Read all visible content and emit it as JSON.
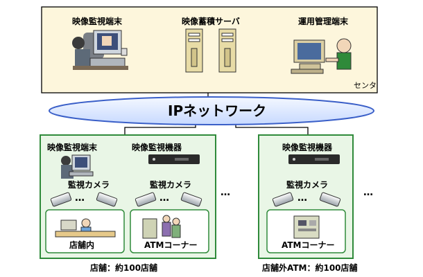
{
  "center": {
    "label": "センタ",
    "monitor_terminal": "映像監視端末",
    "storage_server": "映像蓄積サーバ",
    "ops_terminal": "運用管理端末"
  },
  "network": {
    "label": "IPネットワーク"
  },
  "store_group": {
    "monitor_terminal": "映像監視端末",
    "monitor_device": "映像監視機器",
    "camera_left": "監視カメラ",
    "camera_right": "監視カメラ",
    "scene_left": "店舗内",
    "scene_right": "ATMコーナー",
    "caption": "店舗：約100店舗"
  },
  "atm_group": {
    "monitor_device": "映像監視機器",
    "camera": "監視カメラ",
    "scene": "ATMコーナー",
    "caption": "店舗外ATM：約100店舗"
  },
  "ellipsis": "…",
  "colors": {
    "center_bg": "#fdf6dc",
    "site_bg": "#e9f6e6",
    "site_border": "#2f8a3a",
    "network_fill": "#dbe8ff",
    "network_stroke": "#3a5fc8"
  }
}
